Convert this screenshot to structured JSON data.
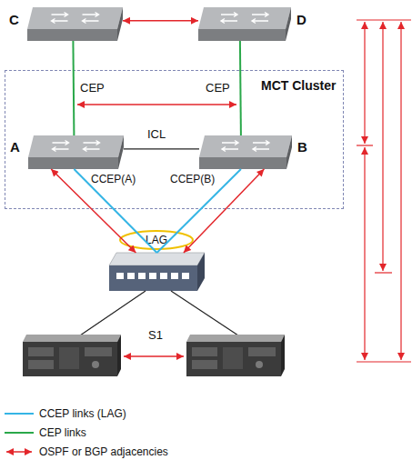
{
  "diagram": {
    "nodes": [
      {
        "text": [
          "C"
        ]
      },
      {
        "text": [
          "D"
        ]
      },
      {
        "text": [
          "MCT Cluster"
        ]
      },
      {
        "text": [
          "A"
        ],
        "in": 2
      },
      {
        "text": [
          "B"
        ],
        "in": 2
      },
      {
        "text": [
          "LAG"
        ]
      },
      {
        "text": [
          "S1"
        ]
      }
    ],
    "edges": [
      {
        "from": 0,
        "to": 1,
        "arrow": "both"
      },
      {
        "from": 0,
        "to": 3,
        "label": "CEP",
        "arrow": "none"
      },
      {
        "from": 1,
        "to": 4,
        "label": "CEP",
        "arrow": "none"
      },
      {
        "from": 3,
        "to": 4,
        "label": "ICL",
        "arrow": "none"
      },
      {
        "from": 3,
        "to": 6,
        "label": "CCEP(A)",
        "arrow": "none"
      },
      {
        "from": 4,
        "to": 6,
        "label": "CCEP(B)",
        "arrow": "none"
      },
      {
        "from": 3,
        "to": 6,
        "arrow": "both"
      },
      {
        "from": 4,
        "to": 6,
        "arrow": "both"
      }
    ],
    "legend": [
      {
        "text": "CCEP links (LAG)"
      },
      {
        "text": "CEP links"
      },
      {
        "text": "OSPF or BGP adjacencies"
      }
    ]
  }
}
